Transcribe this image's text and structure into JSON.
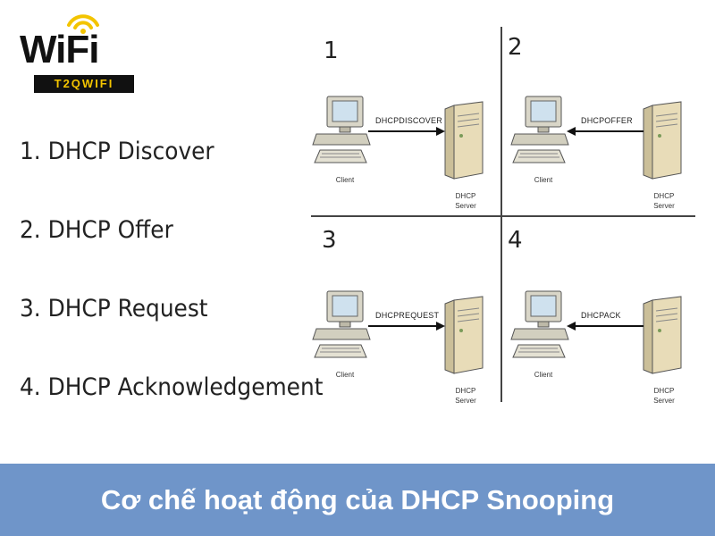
{
  "logo": {
    "wordmark": "WiFi",
    "tagline": "T2QWIFI"
  },
  "steps": [
    "1. DHCP Discover",
    "2. DHCP Offer",
    "3. DHCP Request",
    "4. DHCP Acknowledgement"
  ],
  "quadrants": [
    {
      "number": "1",
      "message": "DHCPDISCOVER",
      "direction": "to-server",
      "client_label": "Client",
      "server_label_1": "DHCP",
      "server_label_2": "Server"
    },
    {
      "number": "2",
      "message": "DHCPOFFER",
      "direction": "to-client",
      "client_label": "Client",
      "server_label_1": "DHCP",
      "server_label_2": "Server"
    },
    {
      "number": "3",
      "message": "DHCPREQUEST",
      "direction": "to-server",
      "client_label": "Client",
      "server_label_1": "DHCP",
      "server_label_2": "Server"
    },
    {
      "number": "4",
      "message": "DHCPACK",
      "direction": "to-client",
      "client_label": "Client",
      "server_label_1": "DHCP",
      "server_label_2": "Server"
    }
  ],
  "banner": {
    "title": "Cơ chế hoạt động của DHCP Snooping",
    "color": "#6f95c9"
  }
}
